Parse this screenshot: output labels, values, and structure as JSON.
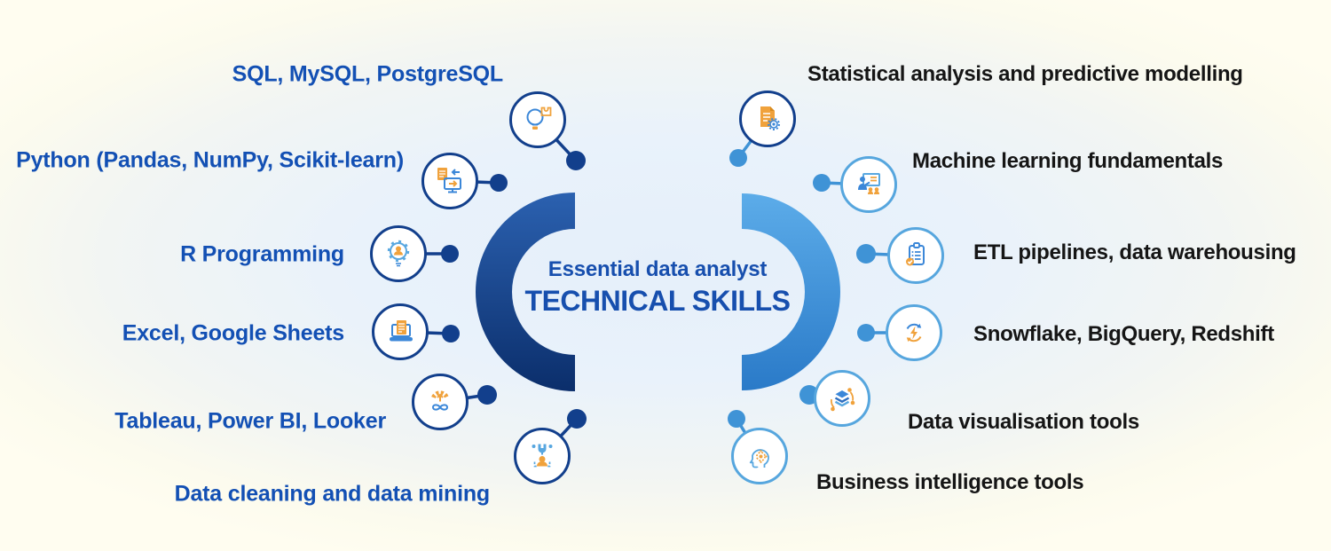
{
  "title": {
    "line1": "Essential data analyst",
    "line2": "TECHNICAL SKILLS"
  },
  "left_items": [
    {
      "label": "SQL, MySQL, PostgreSQL",
      "icon": "lightbulb-puzzle-icon"
    },
    {
      "label": "Python (Pandas, NumPy, Scikit-learn)",
      "icon": "data-transfer-icon"
    },
    {
      "label": "R Programming",
      "icon": "gear-person-icon"
    },
    {
      "label": "Excel, Google Sheets",
      "icon": "laptop-document-icon"
    },
    {
      "label": "Tableau, Power BI, Looker",
      "icon": "infinity-gear-icon"
    },
    {
      "label": "Data cleaning and data mining",
      "icon": "wrench-person-icon"
    }
  ],
  "right_items": [
    {
      "label": "Statistical analysis and predictive modelling",
      "icon": "document-gear-icon"
    },
    {
      "label": "Machine learning fundamentals",
      "icon": "presentation-training-icon"
    },
    {
      "label": "ETL pipelines, data warehousing",
      "icon": "clipboard-checklist-icon"
    },
    {
      "label": "Snowflake, BigQuery, Redshift",
      "icon": "sync-bolt-icon"
    },
    {
      "label": "Data visualisation tools",
      "icon": "layers-orbit-icon"
    },
    {
      "label": "Business intelligence tools",
      "icon": "head-gear-icon"
    }
  ],
  "colors": {
    "navy": "#123f8c",
    "sky": "#56a6de",
    "rightConnector": "#3f93d6",
    "leftText": "#1350b4",
    "rightText": "#151515",
    "title": "#174fae",
    "arcLeftTop": "#2b61b0",
    "arcLeftBottom": "#0b2e6b",
    "arcRightTop": "#5cace9",
    "arcRightBottom": "#2a7ac8",
    "iconBlue": "#3b87d8",
    "iconSky": "#58a7e0",
    "iconOrange": "#f0a23c"
  }
}
